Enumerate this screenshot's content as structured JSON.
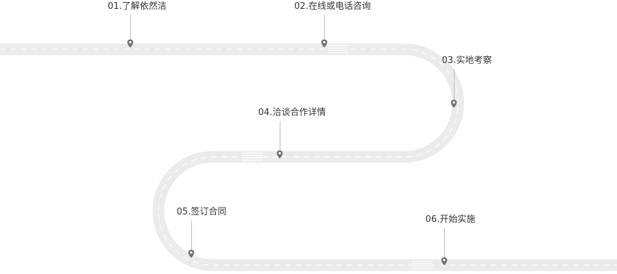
{
  "steps": [
    {
      "number": "01.",
      "text": "了解依然洁"
    },
    {
      "number": "02.",
      "text": "在线或电话咨询"
    },
    {
      "number": "03.",
      "text": "实地考察"
    },
    {
      "number": "04.",
      "text": "洽谈合作详情"
    },
    {
      "number": "05.",
      "text": "签订合同"
    },
    {
      "number": "06.",
      "text": "开始实施"
    }
  ],
  "colors": {
    "road": "#ebebeb",
    "dash": "#ffffff",
    "pin": "#707070",
    "connector": "#b9b9b9",
    "text": "#333333"
  },
  "icons": {
    "pin": "map-pin-icon",
    "crosswalk": "crosswalk-stripes"
  }
}
